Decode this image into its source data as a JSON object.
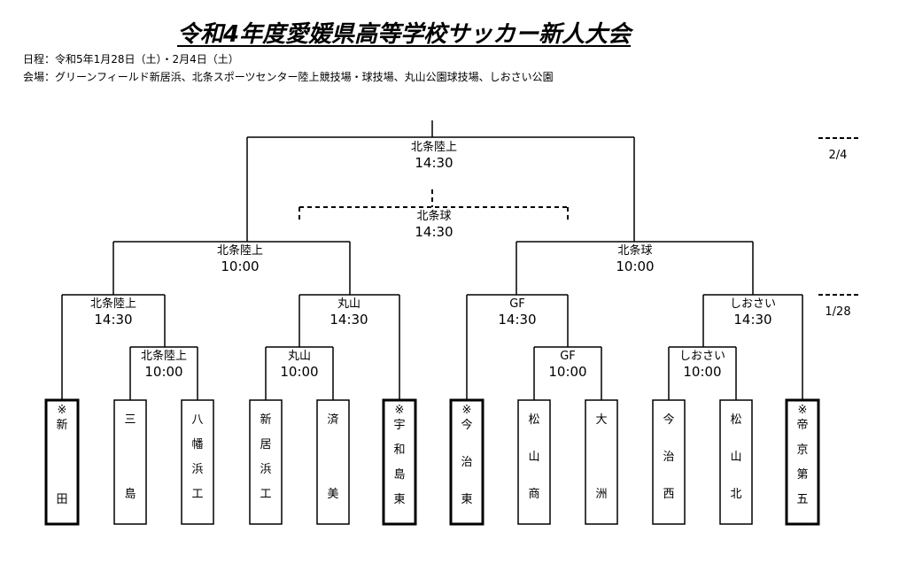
{
  "title": "令和4年度愛媛県高等学校サッカー新人大会",
  "schedule": "日程：令和5年1月28日（土）・2月4日（土）",
  "venues": "会場：グリーンフィールド新居浜、北条スポーツセンター陸上競技場・球技場、丸山公園球技場、しおさい公園",
  "round_labels": {
    "final_date": "2/4",
    "first_date": "1/28"
  },
  "seed_mark": "※",
  "teams": [
    {
      "name": "新田",
      "chars": [
        "新",
        "田"
      ],
      "seeded": true
    },
    {
      "name": "三島",
      "chars": [
        "三",
        "島"
      ],
      "seeded": false
    },
    {
      "name": "八幡浜工",
      "chars": [
        "八",
        "幡",
        "浜",
        "工"
      ],
      "seeded": false
    },
    {
      "name": "新居浜工",
      "chars": [
        "新",
        "居",
        "浜",
        "工"
      ],
      "seeded": false
    },
    {
      "name": "済美",
      "chars": [
        "済",
        "美"
      ],
      "seeded": false
    },
    {
      "name": "宇和島東",
      "chars": [
        "宇",
        "和",
        "島",
        "東"
      ],
      "seeded": true
    },
    {
      "name": "今治東",
      "chars": [
        "今",
        "治",
        "東"
      ],
      "seeded": true
    },
    {
      "name": "松山商",
      "chars": [
        "松",
        "山",
        "商"
      ],
      "seeded": false
    },
    {
      "name": "大洲",
      "chars": [
        "大",
        "洲"
      ],
      "seeded": false
    },
    {
      "name": "今治西",
      "chars": [
        "今",
        "治",
        "西"
      ],
      "seeded": false
    },
    {
      "name": "松山北",
      "chars": [
        "松",
        "山",
        "北"
      ],
      "seeded": false
    },
    {
      "name": "帝京第五",
      "chars": [
        "帝",
        "京",
        "第",
        "五"
      ],
      "seeded": true
    }
  ],
  "matches": {
    "r1_left": {
      "venue": "北条陸上",
      "time": "10:00"
    },
    "r1_mid": {
      "venue": "丸山",
      "time": "10:00"
    },
    "r1_gf": {
      "venue": "GF",
      "time": "10:00"
    },
    "r1_right": {
      "venue": "しおさい",
      "time": "10:00"
    },
    "r2_1": {
      "venue": "北条陸上",
      "time": "14:30"
    },
    "r2_2": {
      "venue": "丸山",
      "time": "14:30"
    },
    "r2_3": {
      "venue": "GF",
      "time": "14:30"
    },
    "r2_4": {
      "venue": "しおさい",
      "time": "14:30"
    },
    "semi_left": {
      "venue": "北条陸上",
      "time": "10:00"
    },
    "semi_right": {
      "venue": "北条球",
      "time": "10:00"
    },
    "third_place": {
      "venue": "北条球",
      "time": "14:30"
    },
    "final": {
      "venue": "北条陸上",
      "time": "14:30"
    }
  }
}
